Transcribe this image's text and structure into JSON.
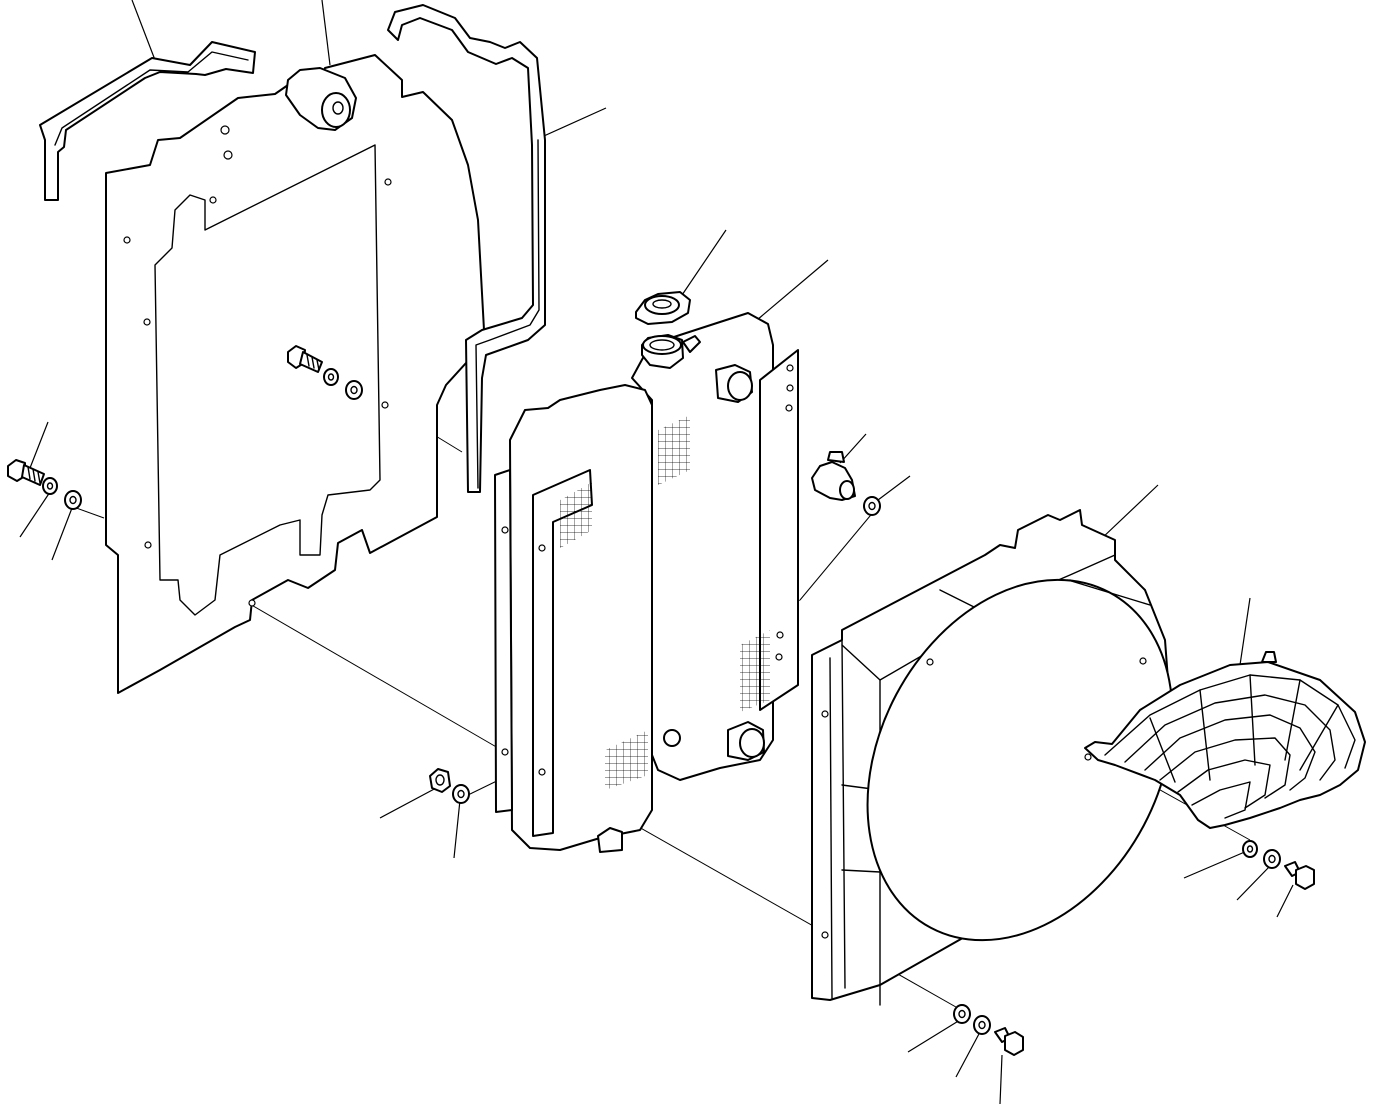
{
  "diagram": {
    "ink_color": "#000000",
    "paper_color": "#ffffff",
    "parts": [
      {
        "id": "upper-hose",
        "icon": "hose-icon"
      },
      {
        "id": "reservoir-tank",
        "icon": "reservoir-tank-icon"
      },
      {
        "id": "side-hose",
        "icon": "hose-icon"
      },
      {
        "id": "shroud-plate",
        "icon": "plate-icon"
      },
      {
        "id": "radiator-cap",
        "icon": "radiator-cap-icon"
      },
      {
        "id": "radiator-core",
        "icon": "radiator-icon"
      },
      {
        "id": "drain-cock",
        "icon": "drain-valve-icon"
      },
      {
        "id": "fan-shroud",
        "icon": "fan-shroud-icon"
      },
      {
        "id": "fan-guard",
        "icon": "fan-guard-icon"
      },
      {
        "id": "bolts",
        "icon": "bolt-icon"
      },
      {
        "id": "washers",
        "icon": "washer-icon"
      },
      {
        "id": "nut",
        "icon": "nut-icon"
      }
    ]
  }
}
